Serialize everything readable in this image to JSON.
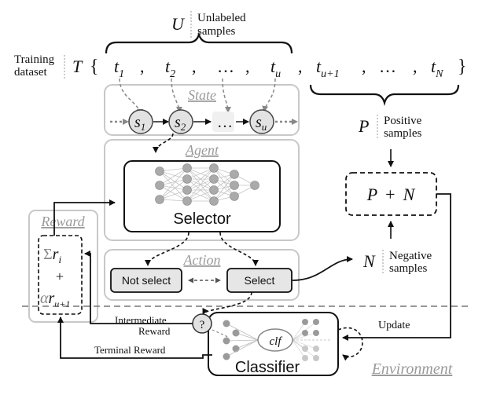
{
  "dataset": {
    "label_line1": "Training",
    "label_line2": "dataset",
    "T": "T",
    "open_brace": "{",
    "close_brace": "}",
    "items": [
      {
        "base": "t",
        "sub": "1"
      },
      {
        "base": "t",
        "sub": "2"
      },
      {
        "base": "…",
        "sub": ""
      },
      {
        "base": "t",
        "sub": "u"
      },
      {
        "base": "t",
        "sub": "u+1"
      },
      {
        "base": "…",
        "sub": ""
      },
      {
        "base": "t",
        "sub": "N"
      }
    ],
    "separator": ","
  },
  "unlabeled": {
    "symbol": "U",
    "caption_line1": "Unlabeled",
    "caption_line2": "samples"
  },
  "state": {
    "title": "State",
    "nodes": [
      {
        "base": "s",
        "sub": "1"
      },
      {
        "base": "s",
        "sub": "2"
      },
      {
        "base": "…",
        "sub": ""
      },
      {
        "base": "s",
        "sub": "u"
      }
    ]
  },
  "agent": {
    "title": "Agent",
    "selector_label": "Selector"
  },
  "action": {
    "title": "Action",
    "not_select": "Not select",
    "select": "Select"
  },
  "reward": {
    "title": "Reward",
    "sum_prefix": "Σ",
    "sum_base": "r",
    "sum_sub": "i",
    "plus": "+",
    "alpha_prefix": "α",
    "alpha_base": "r",
    "alpha_sub": "u+1",
    "intermediate_line1": "Intermediate",
    "intermediate_line2": "Reward",
    "terminal": "Terminal Reward",
    "query_symbol": "?"
  },
  "positive": {
    "symbol": "P",
    "caption_line1": "Positive",
    "caption_line2": "samples"
  },
  "negative": {
    "symbol": "N",
    "caption_line1": "Negative",
    "caption_line2": "samples"
  },
  "combined": {
    "left": "P",
    "plus": "+",
    "right": "N"
  },
  "classifier": {
    "label": "Classifier",
    "clf": "clf",
    "update": "Update"
  },
  "environment": {
    "title": "Environment"
  },
  "colors": {
    "panel_stroke": "#c8c8c8",
    "title_gray": "#9a9a9a",
    "arrow_gray": "#777777",
    "button_fill": "#e6e6e6",
    "node_fill": "#e2e2e2",
    "nn_node": "#aaaaaa"
  }
}
